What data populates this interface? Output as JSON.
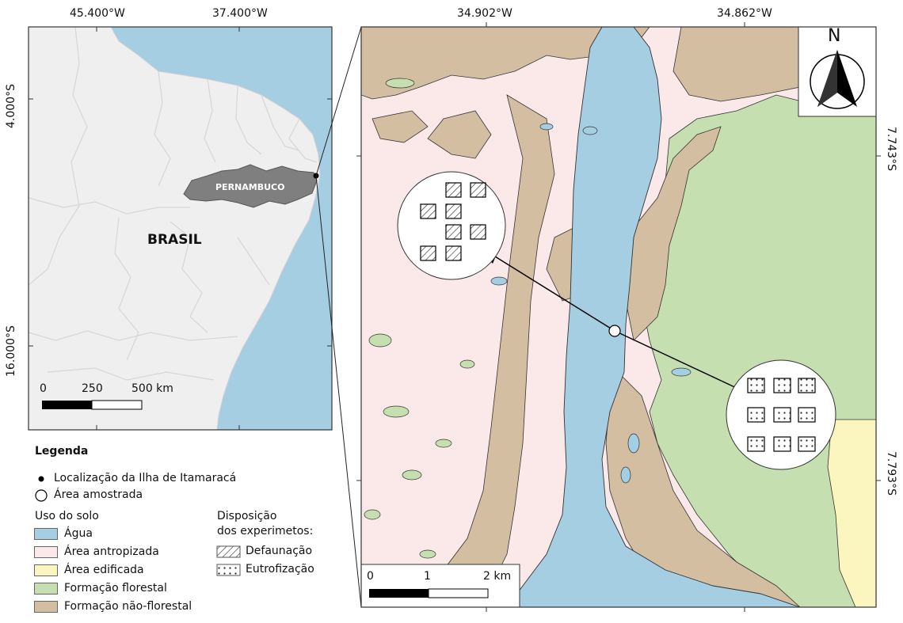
{
  "overview_map": {
    "x_ticks": [
      "45.400°W",
      "37.400°W"
    ],
    "y_ticks": [
      "4.000°S",
      "16.000°S"
    ],
    "country_label": "BRASIL",
    "state_label": "PERNAMBUCO",
    "scalebar": {
      "ticks": [
        "0",
        "250",
        "500 km"
      ]
    }
  },
  "detail_map": {
    "x_ticks": [
      "34.902°W",
      "34.862°W"
    ],
    "y_ticks": [
      "7.743°S",
      "7.793°S"
    ],
    "north_label": "N",
    "scalebar": {
      "ticks": [
        "0",
        "1",
        "2 km"
      ]
    },
    "colors": {
      "agua": "#a6cee3",
      "antropizada": "#fbe9ea",
      "edificada": "#fbf5c0",
      "florestal": "#c6dfb0",
      "nao_florestal": "#d4bea2"
    }
  },
  "legend": {
    "title": "Legenda",
    "location_item": "Localização da Ilha de Itamaracá",
    "sample_item": "Área amostrada",
    "land_use_title": "Uso do solo",
    "land_use": [
      {
        "label": "Água",
        "color": "#a6cee3"
      },
      {
        "label": "Área antropizada",
        "color": "#fbe9ea"
      },
      {
        "label": "Área edificada",
        "color": "#fbf5c0"
      },
      {
        "label": "Formação florestal",
        "color": "#c6dfb0"
      },
      {
        "label": "Formação não-florestal",
        "color": "#d4bea2"
      }
    ],
    "experiments_title_1": "Disposição",
    "experiments_title_2": "dos experimetos:",
    "experiments": [
      {
        "label": "Defaunação",
        "pattern": "hatch"
      },
      {
        "label": "Eutrofização",
        "pattern": "dots"
      }
    ]
  }
}
